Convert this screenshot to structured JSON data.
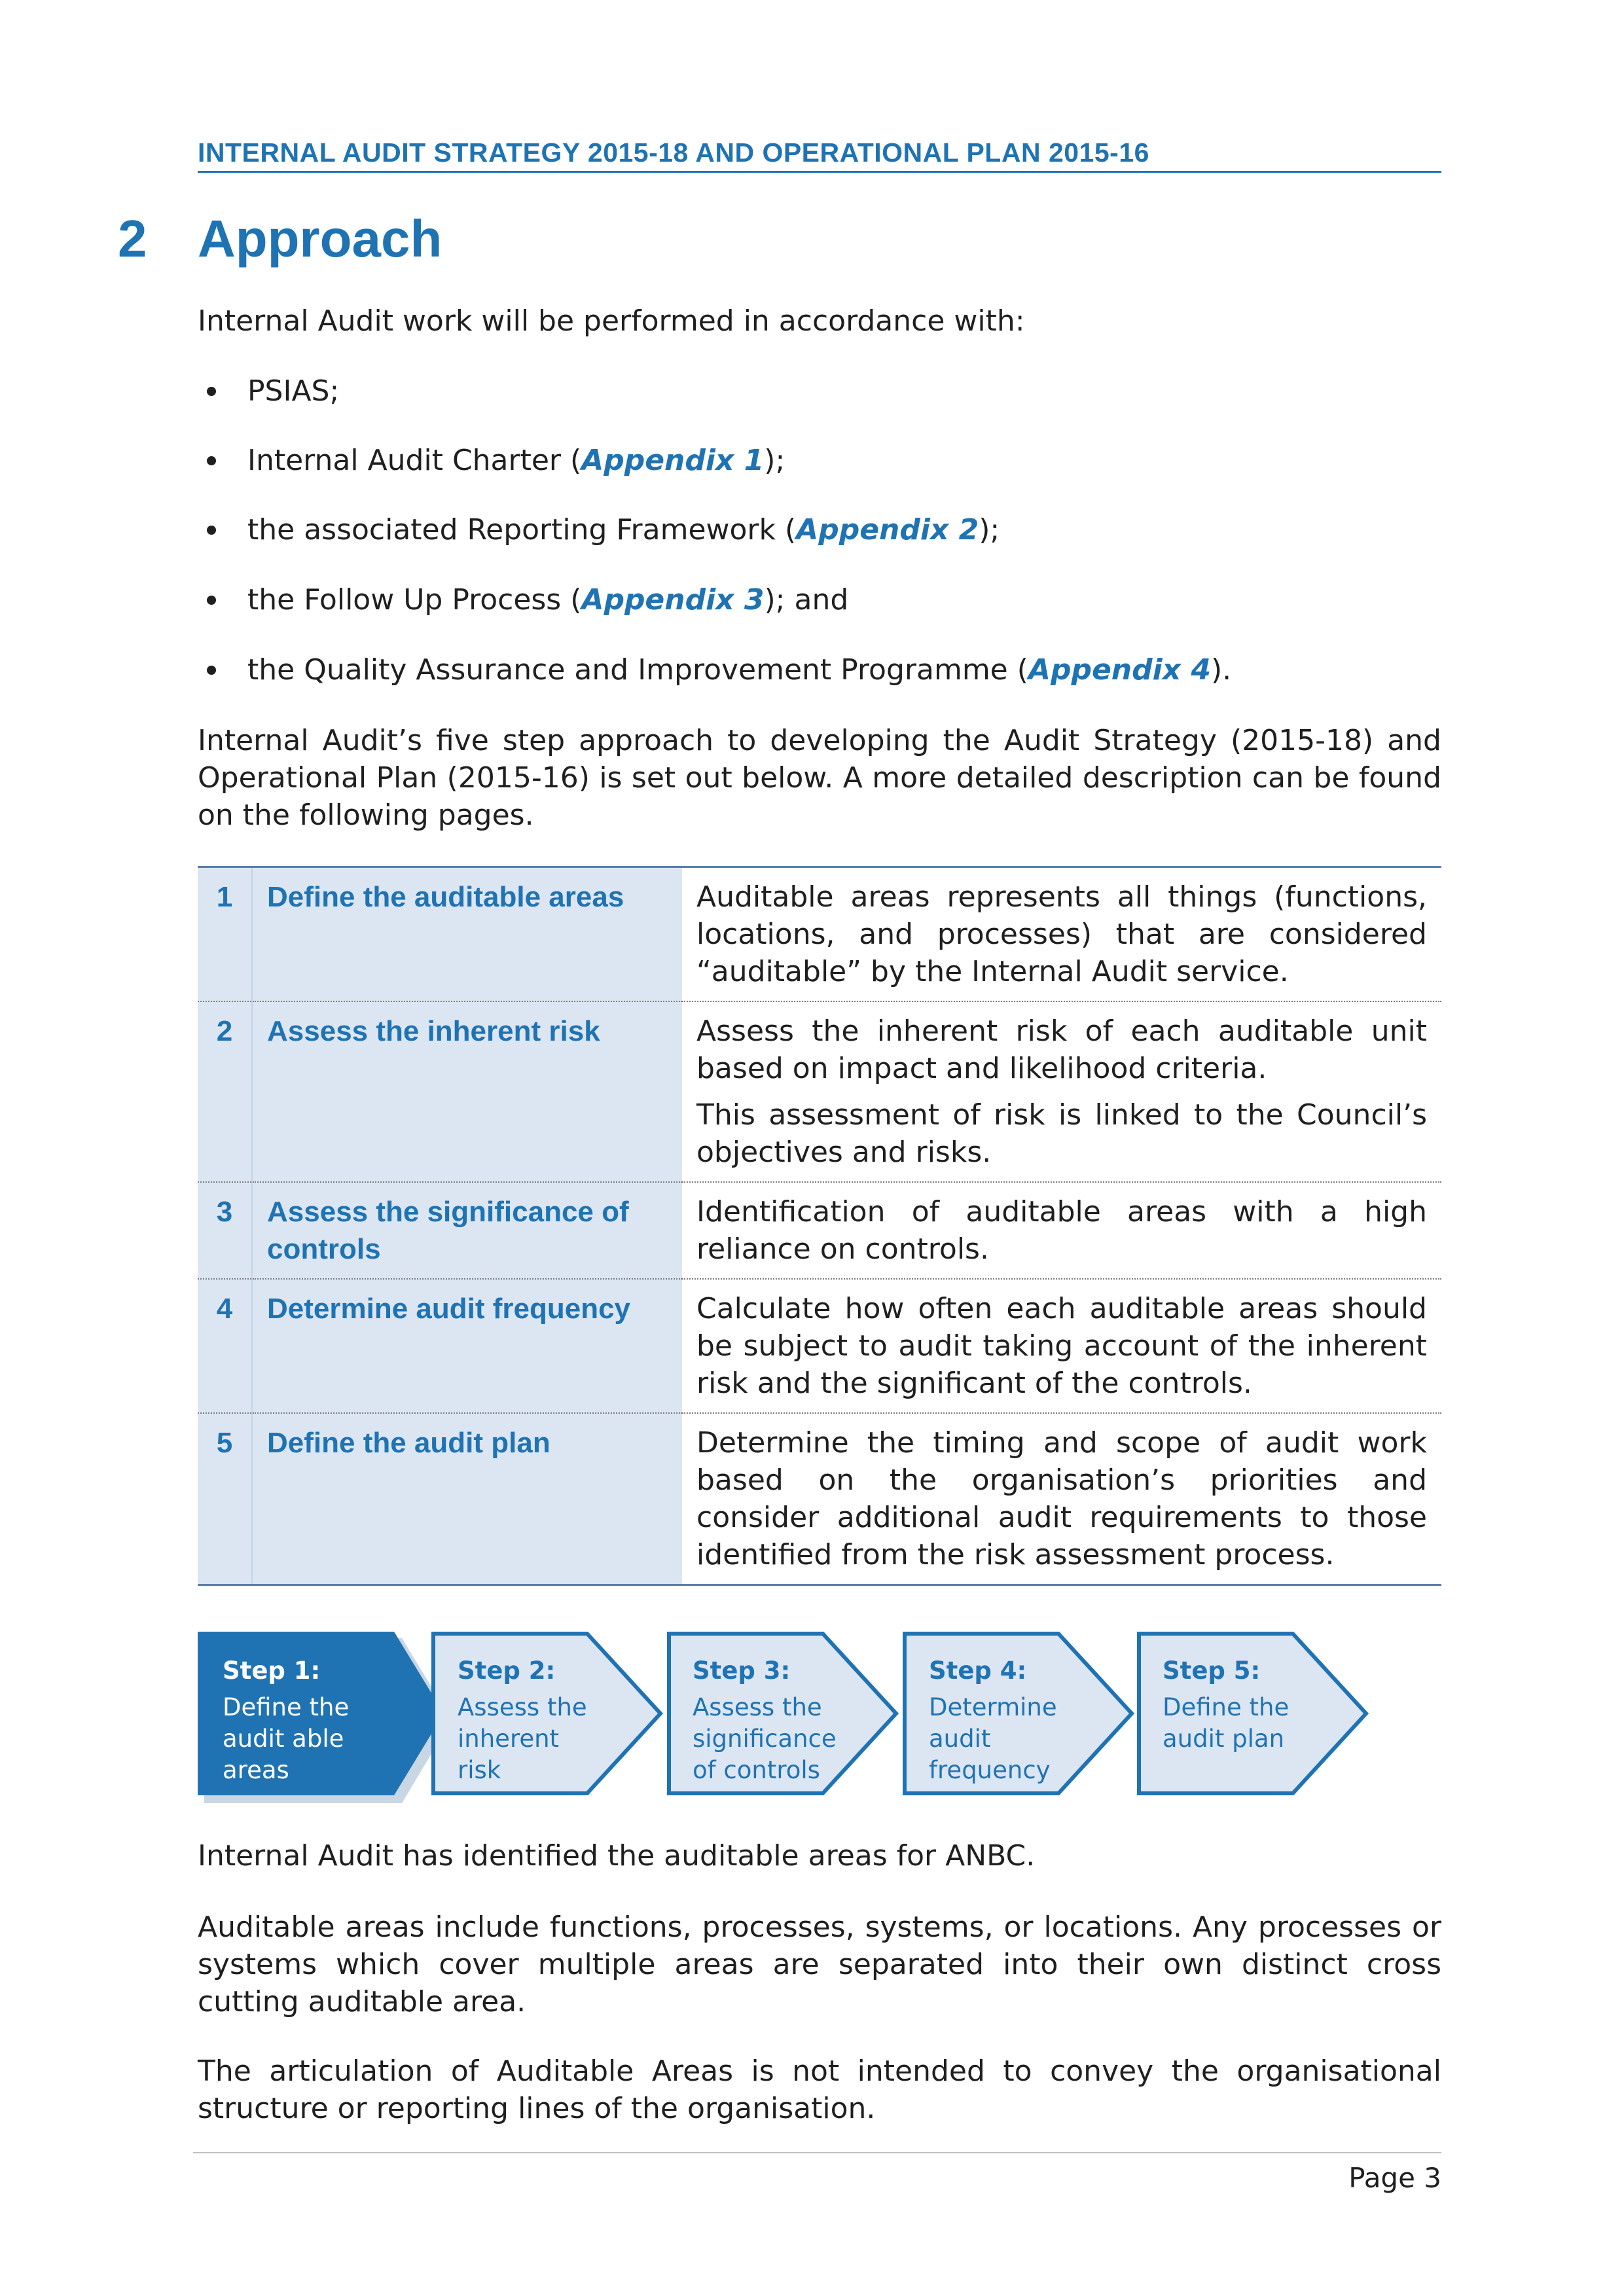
{
  "header": {
    "running_title": "INTERNAL AUDIT STRATEGY 2015-18 AND OPERATIONAL PLAN 2015-16"
  },
  "section": {
    "number": "2",
    "title": "Approach"
  },
  "intro": "Internal Audit work will be performed in accordance with:",
  "bullets": [
    {
      "pre": "PSIAS;",
      "link": "",
      "post": ""
    },
    {
      "pre": "Internal Audit Charter (",
      "link": "Appendix 1",
      "post": ");"
    },
    {
      "pre": "the associated Reporting Framework (",
      "link": "Appendix 2",
      "post": ");"
    },
    {
      "pre": "the Follow Up Process (",
      "link": "Appendix 3",
      "post": "); and"
    },
    {
      "pre": "the Quality Assurance and Improvement Programme (",
      "link": "Appendix 4",
      "post": ")."
    }
  ],
  "approach_paragraph": "Internal Audit’s five step approach to developing the Audit Strategy (2015-18) and Operational Plan (2015-16) is set out below.  A more detailed description can be found on the following pages.",
  "steps_table": [
    {
      "num": "1",
      "name": "Define the auditable areas",
      "desc": [
        "Auditable areas represents all things (functions, locations, and processes) that are considered “auditable” by the Internal Audit service."
      ]
    },
    {
      "num": "2",
      "name": "Assess the inherent risk",
      "desc": [
        "Assess the inherent risk of each auditable unit based on impact and likelihood criteria.",
        "This assessment of risk is linked to the Council’s objectives and risks."
      ]
    },
    {
      "num": "3",
      "name": "Assess the significance of controls",
      "desc": [
        "Identification of auditable areas with a high reliance on controls."
      ]
    },
    {
      "num": "4",
      "name": "Determine audit frequency",
      "desc": [
        "Calculate how often each auditable areas should be subject to audit taking account of the inherent risk and the significant of the controls."
      ]
    },
    {
      "num": "5",
      "name": "Define the audit plan",
      "desc": [
        "Determine the timing and scope of audit work based on the organisation’s priorities and consider additional audit requirements to those identified from the risk assessment process."
      ]
    }
  ],
  "process_flow": [
    {
      "title": "Step 1:",
      "lines": [
        "Define the",
        "audit able",
        "areas"
      ],
      "active": true
    },
    {
      "title": "Step 2:",
      "lines": [
        "Assess the",
        "inherent risk"
      ],
      "active": false
    },
    {
      "title": "Step 3:",
      "lines": [
        "Assess the",
        "significance",
        "of controls"
      ],
      "active": false
    },
    {
      "title": "Step 4:",
      "lines": [
        "Determine",
        "audit",
        "frequency"
      ],
      "active": false
    },
    {
      "title": "Step 5:",
      "lines": [
        "Define the",
        "audit plan"
      ],
      "active": false
    }
  ],
  "closing_paragraphs": [
    "Internal Audit has identified the auditable areas for ANBC.",
    "Auditable areas include functions, processes, systems, or locations.  Any processes or systems which cover multiple areas are separated into their own distinct cross cutting auditable area.",
    "The articulation of Auditable Areas is not intended to convey the organisational structure or reporting lines of the organisation."
  ],
  "footer": {
    "page_label": "Page 3"
  },
  "colors": {
    "accent": "#1f73b3",
    "table_shade": "#dce6f2",
    "active_step": "#1f73b3",
    "inactive_step": "#dce6f2"
  }
}
